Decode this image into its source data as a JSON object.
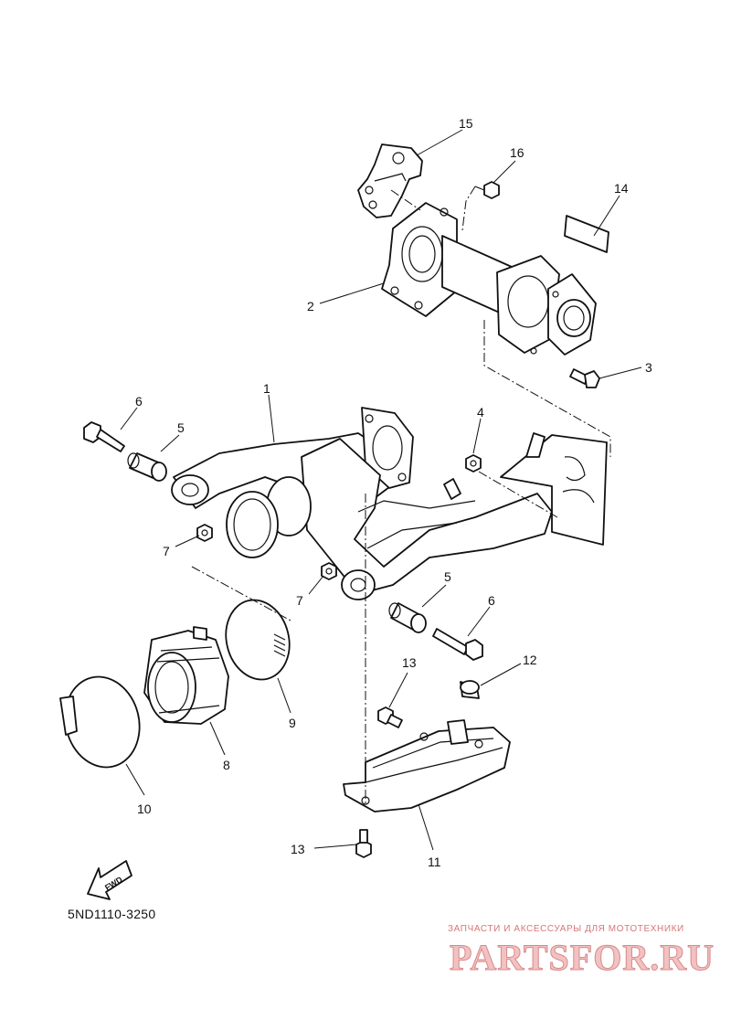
{
  "callouts": {
    "c1": "1",
    "c2": "2",
    "c3": "3",
    "c4": "4",
    "c5a": "5",
    "c5b": "5",
    "c6a": "6",
    "c6b": "6",
    "c7a": "7",
    "c7b": "7",
    "c8": "8",
    "c9": "9",
    "c10": "10",
    "c11": "11",
    "c12": "12",
    "c13a": "13",
    "c13b": "13",
    "c14": "14",
    "c15": "15",
    "c16": "16"
  },
  "fwd_label": "FWD",
  "diagram_code": "5ND1110-3250",
  "watermark": {
    "tagline": "ЗАПЧАСТИ И АКСЕССУАРЫ ДЛЯ МОТОТЕХНИКИ",
    "logo_text": "PARTSFOR.RU"
  }
}
